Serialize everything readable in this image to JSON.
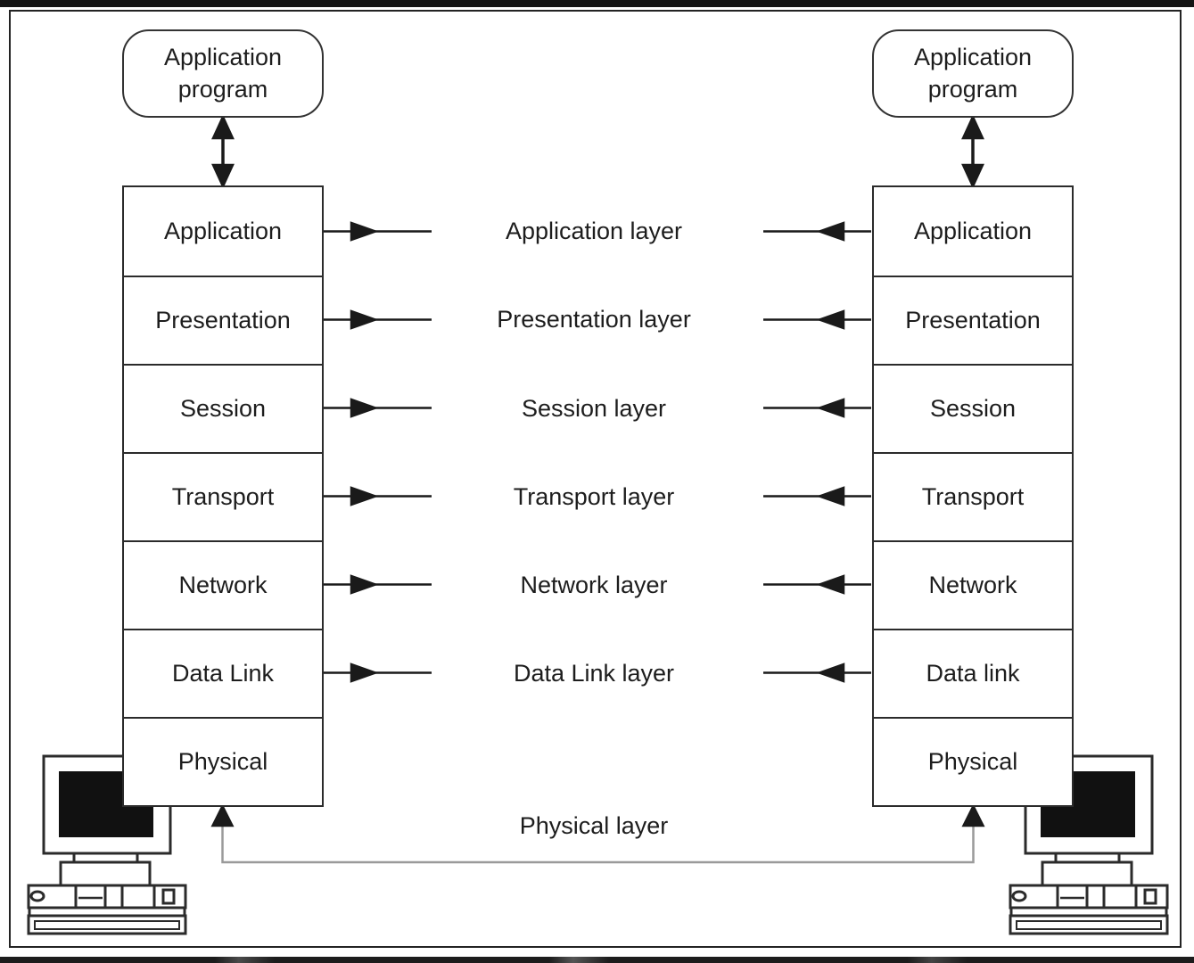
{
  "left_host": {
    "program_label": "Application program",
    "layers": [
      "Application",
      "Presentation",
      "Session",
      "Transport",
      "Network",
      "Data Link",
      "Physical"
    ]
  },
  "right_host": {
    "program_label": "Application program",
    "layers": [
      "Application",
      "Presentation",
      "Session",
      "Transport",
      "Network",
      "Data link",
      "Physical"
    ]
  },
  "middle": {
    "layer_labels": [
      "Application layer",
      "Presentation layer",
      "Session layer",
      "Transport layer",
      "Network layer",
      "Data Link layer"
    ],
    "physical_label": "Physical layer"
  },
  "icons": {
    "left": "computer-icon",
    "right": "computer-icon"
  },
  "colors": {
    "line": "#1a1a1a",
    "box_border": "#2b2b2b",
    "gray_connector": "#9a9a9a",
    "screen_fill": "#111111",
    "text": "#1d1d1d",
    "background": "#ffffff"
  }
}
